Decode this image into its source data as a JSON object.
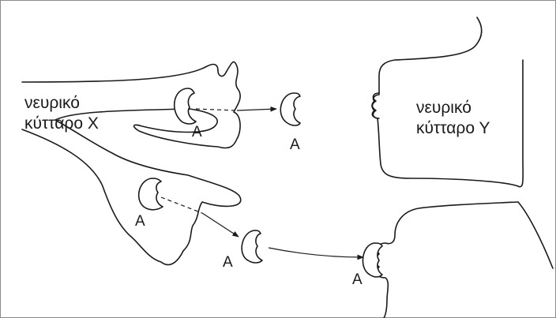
{
  "cell_x": {
    "line1": "νευρικό",
    "line2": "κύτταρο Χ"
  },
  "cell_y": {
    "line1": "νευρικό",
    "line2": "κύτταρο Υ"
  },
  "molecule_label": "Α"
}
